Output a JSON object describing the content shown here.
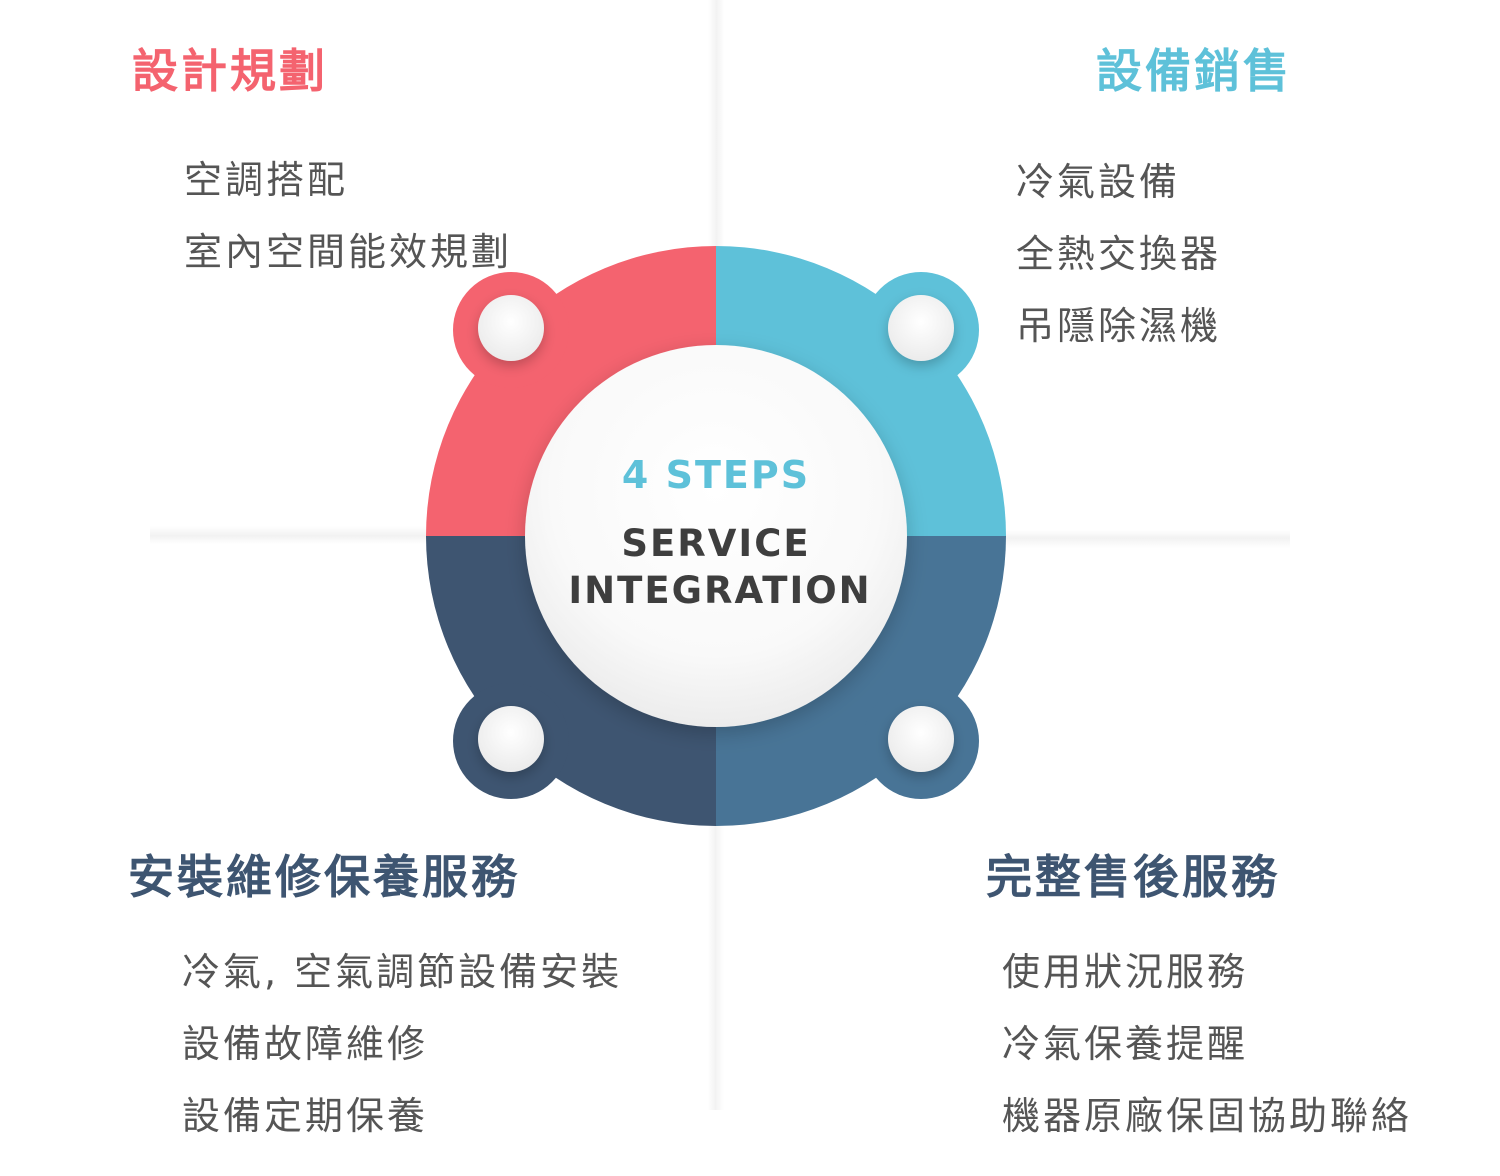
{
  "colors": {
    "coral": "#F4636F",
    "cyan": "#5EC1D9",
    "navy": "#3E5571",
    "steel": "#487496",
    "center_text": "#3E3E3E"
  },
  "center": {
    "steps": "4 STEPS",
    "line1": "SERVICE",
    "line2": "INTEGRATION"
  },
  "quadrants": {
    "design": {
      "title": "設計規劃",
      "items": [
        "空調搭配",
        "室內空間能效規劃"
      ]
    },
    "sales": {
      "title": "設備銷售",
      "items": [
        "冷氣設備",
        "全熱交換器",
        "吊隱除濕機"
      ]
    },
    "install": {
      "title": "安裝維修保養服務",
      "items": [
        "冷氣, 空氣調節設備安裝",
        "設備故障維修",
        "設備定期保養"
      ]
    },
    "after": {
      "title": "完整售後服務",
      "items": [
        "使用狀況服務",
        "冷氣保養提醒",
        "機器原廠保固協助聯絡"
      ]
    }
  }
}
